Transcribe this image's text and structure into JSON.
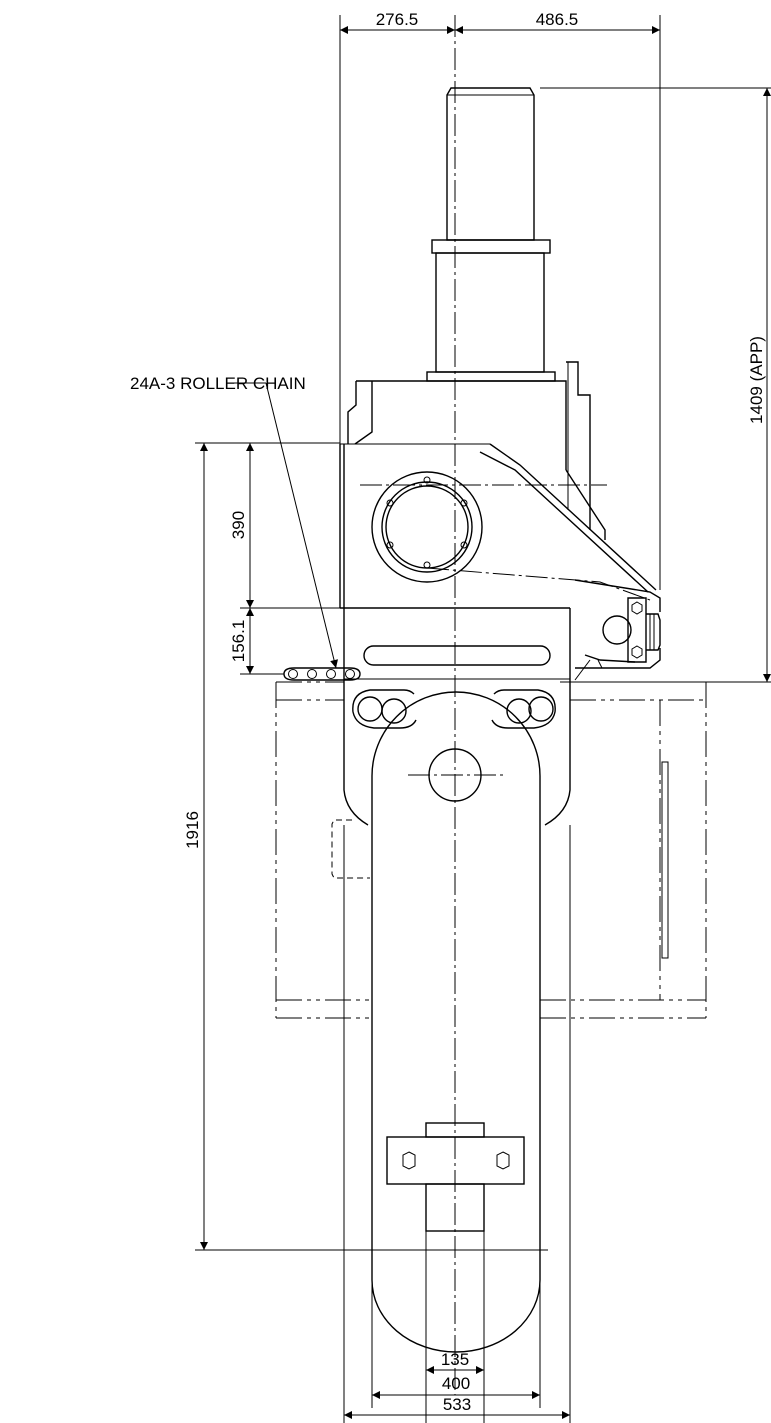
{
  "dimensions": {
    "top_left_width": "276.5",
    "top_right_width": "486.5",
    "overall_height": "1409 (APP)",
    "upper_body_height": "390",
    "lower_offset": "156.1",
    "total_length": "1916",
    "bottom_inner": "135",
    "bottom_arm": "400",
    "bottom_overall": "533"
  },
  "labels": {
    "chain": "24A-3 ROLLER CHAIN"
  }
}
